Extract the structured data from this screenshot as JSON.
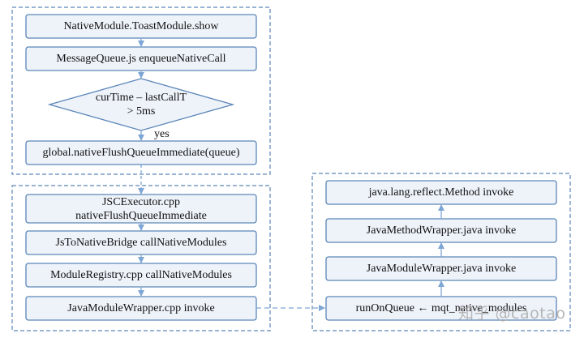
{
  "nodes": {
    "toast_show": "NativeModule.ToastModule.show",
    "enqueue": "MessageQueue.js enqueueNativeCall",
    "decision": "curTime – lastCallT\n> 5ms",
    "flush_queue": "global.nativeFlushQueueImmediate(queue)",
    "jsc_executor": "JSCExecutor.cpp\nnativeFlushQueueImmediate",
    "bridge": "JsToNativeBridge callNativeModules",
    "registry": "ModuleRegistry.cpp callNativeModules",
    "wrapper_invoke": "JavaModuleWrapper.cpp invoke",
    "run_on_queue": "runOnQueue ← mqt_native_modules",
    "java_module_wrapper": "JavaModuleWrapper.java invoke",
    "java_method_wrapper": "JavaMethodWrapper.java invoke",
    "reflect_invoke": "java.lang.reflect.Method invoke"
  },
  "edge_labels": {
    "yes": "yes"
  },
  "watermark": "知乎 @caotao",
  "colors": {
    "box_border": "#5b86b8",
    "box_fill": "#eef3fa",
    "group_border": "#5b86b8",
    "arrow": "#7ea6d4"
  }
}
